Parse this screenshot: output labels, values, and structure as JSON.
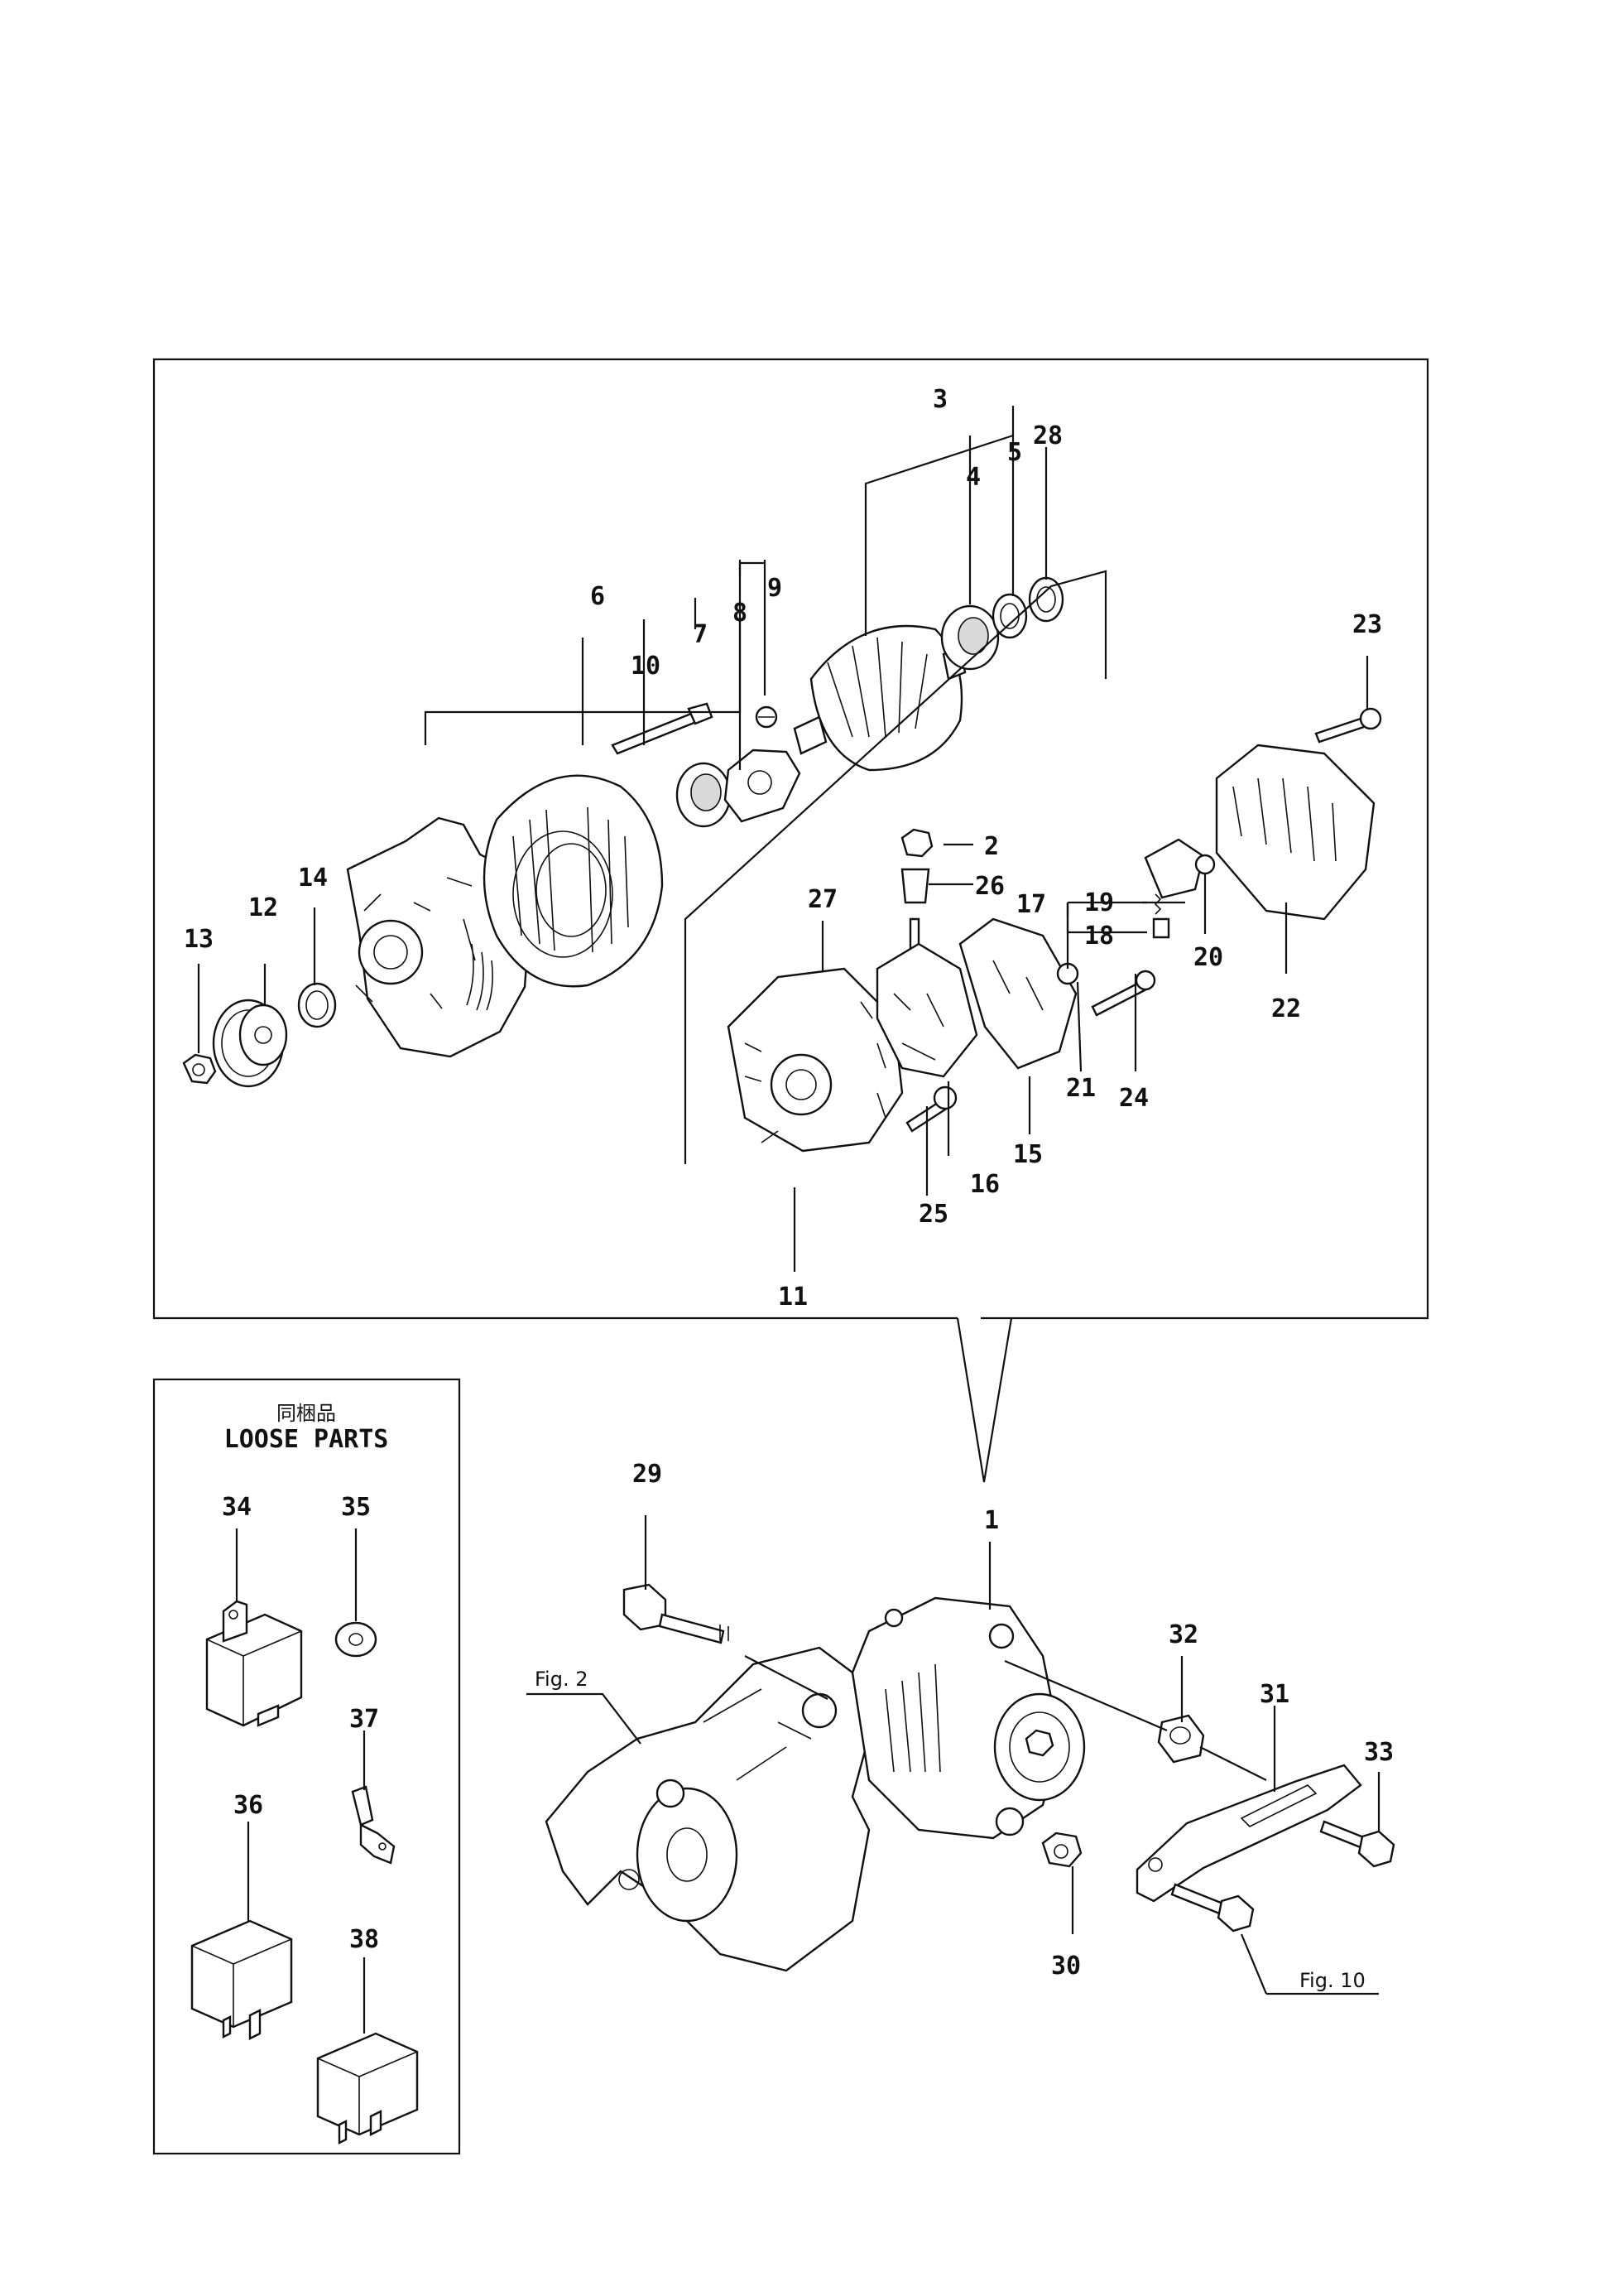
{
  "labels": {
    "p1": "1",
    "p2": "2",
    "p3": "3",
    "p4": "4",
    "p5": "5",
    "p6": "6",
    "p7": "7",
    "p8": "8",
    "p9": "9",
    "p10": "10",
    "p11": "11",
    "p12": "12",
    "p13": "13",
    "p14": "14",
    "p15": "15",
    "p16": "16",
    "p17": "17",
    "p18": "18",
    "p19": "19",
    "p20": "20",
    "p21": "21",
    "p22": "22",
    "p23": "23",
    "p24": "24",
    "p25": "25",
    "p26": "26",
    "p27": "27",
    "p28": "28",
    "p29": "29",
    "p30": "30",
    "p31": "31",
    "p32": "32",
    "p33": "33",
    "p34": "34",
    "p35": "35",
    "p36": "36",
    "p37": "37",
    "p38": "38"
  },
  "loose_parts": {
    "title_jp": "同梱品",
    "title_en": "LOOSE PARTS"
  },
  "refs": {
    "fig2": "Fig. 2",
    "fig10": "Fig. 10"
  }
}
